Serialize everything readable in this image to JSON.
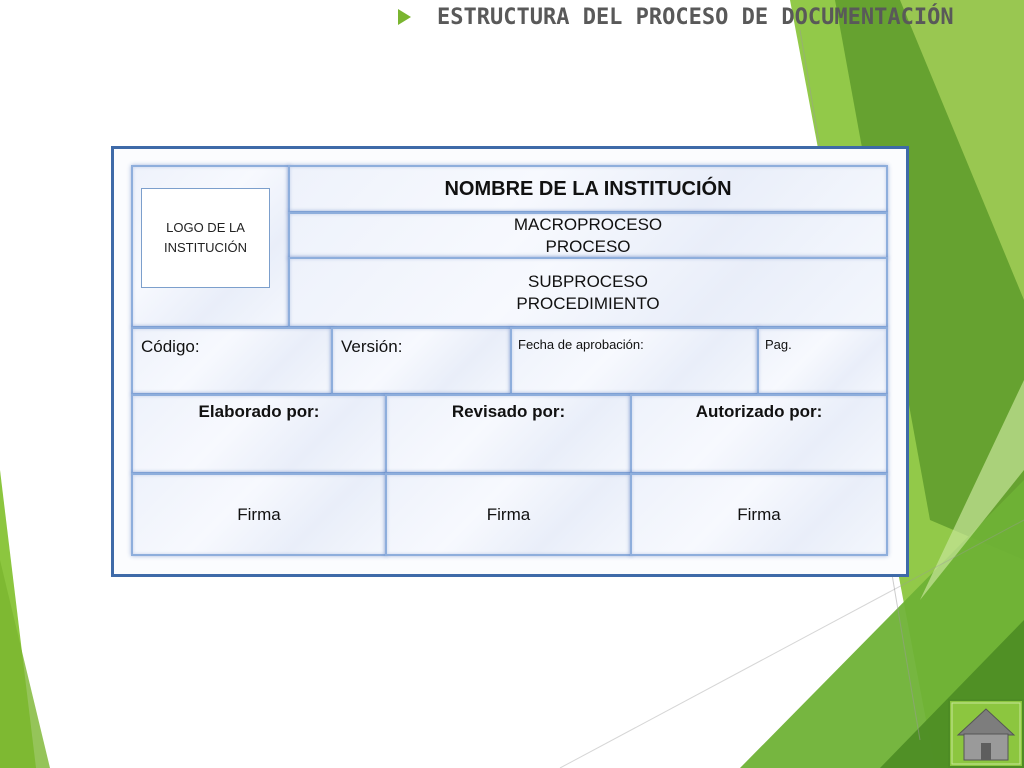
{
  "slide": {
    "title": "ESTRUCTURA DEL PROCESO DE DOCUMENTACIÓN"
  },
  "form": {
    "logo_text_line1": "LOGO DE LA",
    "logo_text_line2": "INSTITUCIÓN",
    "institution_name": "NOMBRE DE LA INSTITUCIÓN",
    "macroproceso": "MACROPROCESO",
    "proceso": "PROCESO",
    "subproceso": "SUBPROCESO",
    "procedimiento": "PROCEDIMIENTO",
    "codigo_label": "Código:",
    "version_label": "Versión:",
    "fecha_label": "Fecha de aprobación:",
    "pag_label": "Pag.",
    "elaborado_label": "Elaborado por:",
    "revisado_label": "Revisado por:",
    "autorizado_label": "Autorizado por:",
    "firma_1": "Firma",
    "firma_2": "Firma",
    "firma_3": "Firma"
  },
  "icons": {
    "title_bullet": "triangle-bullet-icon",
    "home": "home-icon"
  },
  "colors": {
    "accent_green": "#7ab530",
    "form_border": "#3e6aa8",
    "title_text": "#595959"
  }
}
